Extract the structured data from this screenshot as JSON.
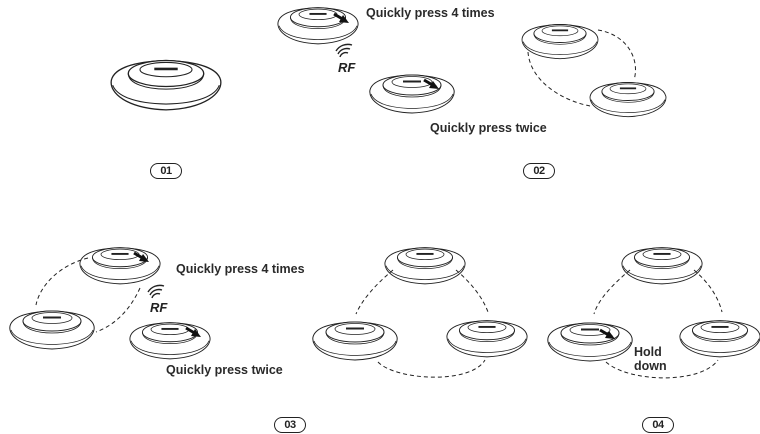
{
  "steps": {
    "s1": "01",
    "s2": "02",
    "s3": "03",
    "s4": "04"
  },
  "panel2": {
    "label_top": "Quickly press 4 times",
    "label_bottom": "Quickly press twice",
    "rf": "RF"
  },
  "panel3": {
    "label_top": "Quickly press 4 times",
    "label_bottom": "Quickly press twice",
    "rf": "RF"
  },
  "panel4": {
    "hold_line1": "Hold",
    "hold_line2": "down"
  },
  "colors": {
    "stroke": "#222222",
    "background": "#ffffff"
  }
}
